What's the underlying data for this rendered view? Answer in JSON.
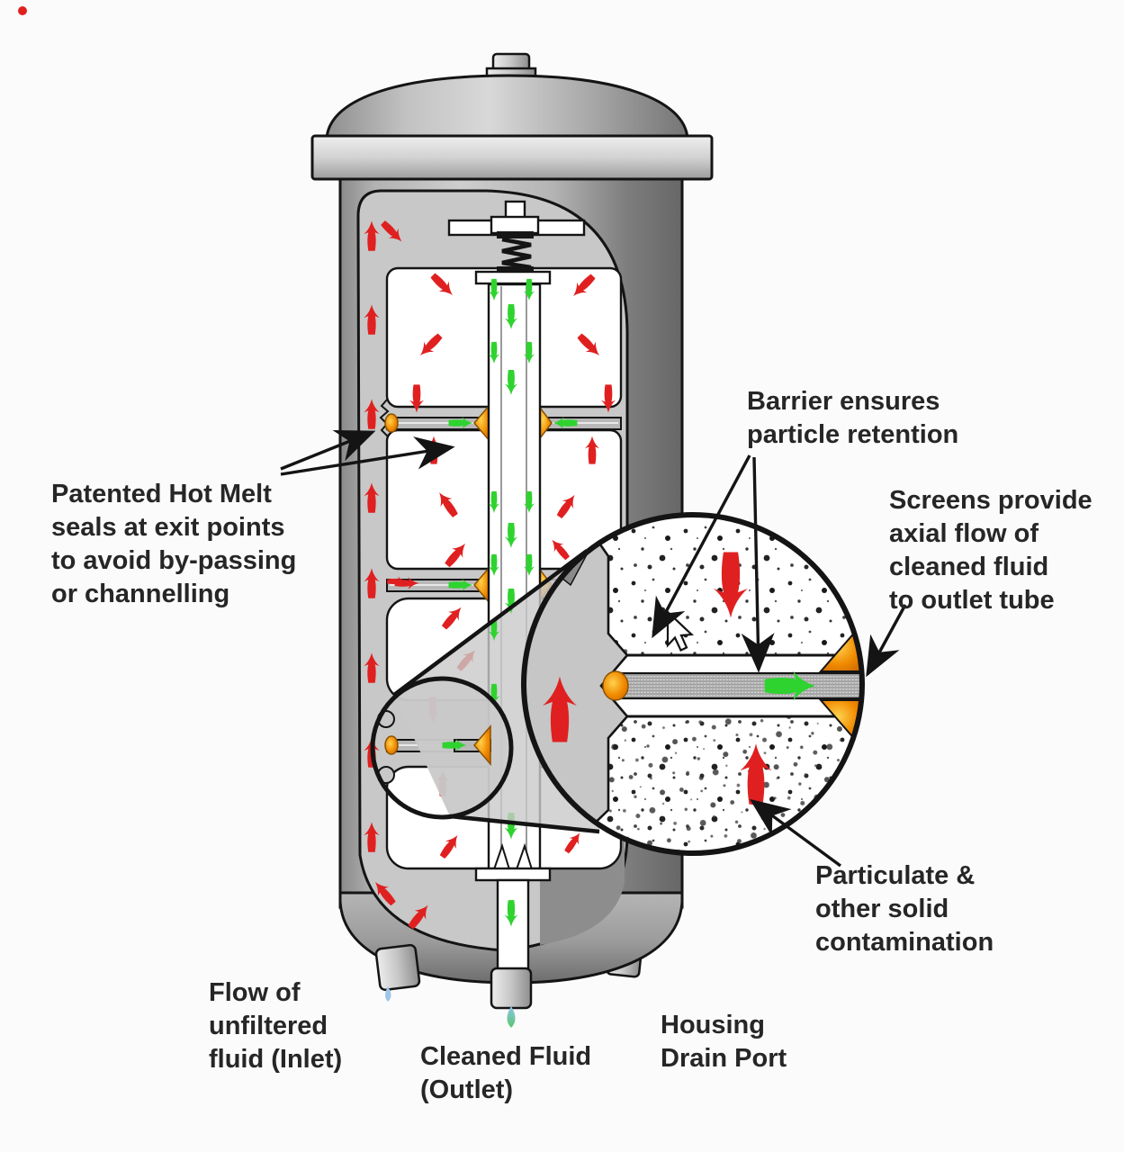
{
  "figure": {
    "title": "Filter housing cutaway diagram",
    "labels": {
      "hot_melt": {
        "lines": [
          "Patented Hot Melt",
          "seals at exit points",
          "to avoid by-passing",
          "or channelling"
        ]
      },
      "barrier": {
        "lines": [
          "Barrier ensures",
          "particle retention"
        ]
      },
      "screens": {
        "lines": [
          "Screens provide",
          "axial flow of",
          "cleaned fluid",
          "to outlet tube"
        ]
      },
      "particulate": {
        "lines": [
          "Particulate &",
          "other solid",
          "contamination"
        ]
      },
      "inlet": {
        "lines": [
          "Flow of",
          "unfiltered",
          "fluid (Inlet)"
        ]
      },
      "outlet": {
        "lines": [
          "Cleaned Fluid",
          "(Outlet)"
        ]
      },
      "drain": {
        "lines": [
          "Housing",
          "Drain Port"
        ]
      }
    },
    "colors": {
      "unfiltered_flow": "#e02020",
      "cleaned_flow": "#2fd32f",
      "hot_melt_seal": "#f08a00",
      "label_text": "#262626",
      "background": "#fbfbfb"
    }
  }
}
